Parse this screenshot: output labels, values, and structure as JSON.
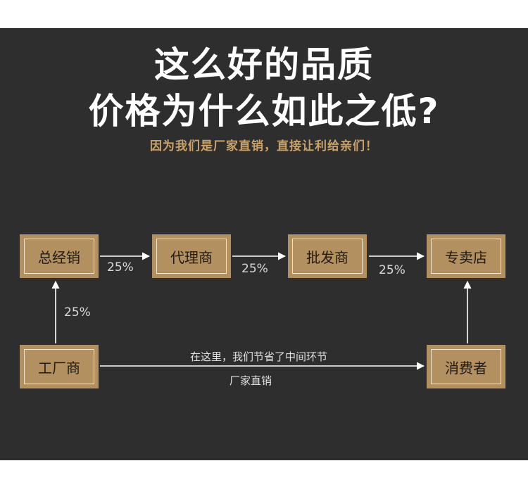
{
  "headline": {
    "line1": "这么好的品质",
    "line2": "价格为什么如此之低?",
    "subtitle": "因为我们是厂家直销，直接让利给亲们！"
  },
  "nodes": {
    "general_distributor": "总经销",
    "agent": "代理商",
    "wholesaler": "批发商",
    "store": "专卖店",
    "factory": "工厂商",
    "consumer": "消费者"
  },
  "edges": {
    "factory_to_general": "25%",
    "general_to_agent": "25%",
    "agent_to_wholesaler": "25%",
    "wholesaler_to_store": "25%",
    "factory_to_consumer_top": "在这里，我们节省了中间环节",
    "factory_to_consumer_bottom": "厂家直销"
  },
  "colors": {
    "background": "#2e2e2e",
    "box": "#b39060",
    "subtitle": "#c9a26a",
    "arrow": "#ffffff"
  }
}
